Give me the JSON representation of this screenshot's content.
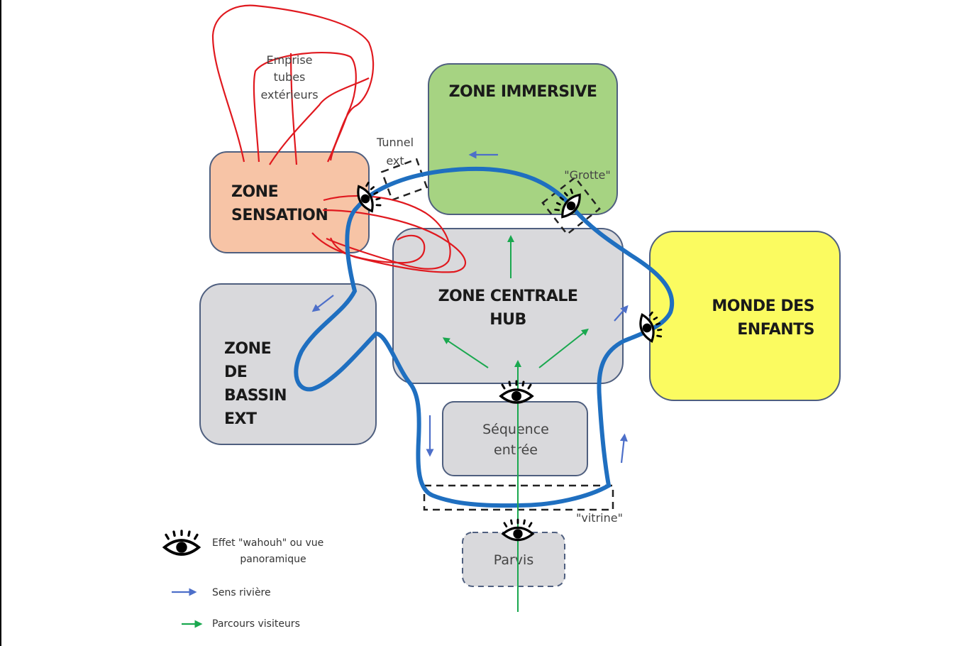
{
  "diagram": {
    "colors": {
      "river": "#1f6fc0",
      "river_arrow": "#4d6fc9",
      "visitor_arrow": "#1aa84f",
      "tubes": "#e0191f",
      "zone_border": "#4f5f7f",
      "sensation_fill": "#f7c4a6",
      "immersive_fill": "#a6d382",
      "children_fill": "#fbfb60",
      "grey_fill": "#d9d9dc"
    },
    "zones": {
      "sensation": {
        "line1": "ZONE",
        "line2": "SENSATION"
      },
      "immersive": {
        "label": "ZONE IMMERSIVE"
      },
      "central": {
        "line1": "ZONE CENTRALE",
        "line2": "HUB"
      },
      "children": {
        "line1": "MONDE DES",
        "line2": "ENFANTS"
      },
      "basin": {
        "line1": "ZONE",
        "line2": "DE",
        "line3": "BASSIN",
        "line4": "EXT"
      },
      "entry": {
        "line1": "Séquence",
        "line2": "entrée"
      },
      "forecourt": {
        "label": "Parvis"
      }
    },
    "annotations": {
      "tubes": {
        "line1": "Emprise",
        "line2": "tubes",
        "line3": "extérieurs"
      },
      "tunnel": {
        "line1": "Tunnel",
        "line2": "ext"
      },
      "cave": "\"Grotte\"",
      "showcase": "\"vitrine\""
    },
    "legend": {
      "wow": {
        "icon": "eye-icon",
        "line1": "Effet \"wahouh\" ou vue",
        "line2": "panoramique"
      },
      "river": {
        "icon": "blue-arrow-icon",
        "label": "Sens rivière"
      },
      "visitors": {
        "icon": "green-arrow-icon",
        "label": "Parcours visiteurs"
      }
    }
  }
}
